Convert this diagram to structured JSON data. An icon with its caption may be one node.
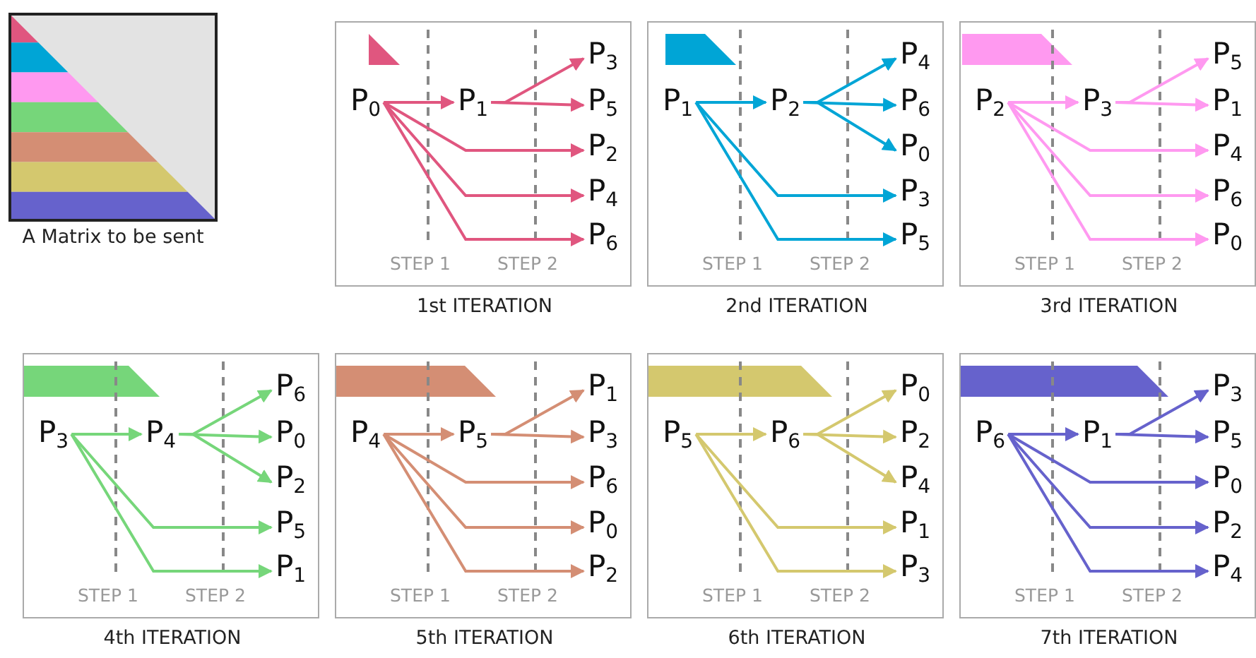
{
  "diagram": {
    "nodes": [
      {
        "text": [
          "A Matrix to be sent"
        ]
      },
      {
        "text": [
          "1st ITERATION"
        ]
      },
      {
        "text": [
          "P$_{0}$"
        ],
        "in": 1
      },
      {
        "text": [
          "P$_{1}$"
        ],
        "in": 1
      },
      {
        "text": [
          "P$_{3}$"
        ],
        "in": 1
      },
      {
        "text": [
          "P$_{5}$"
        ],
        "in": 1
      },
      {
        "text": [
          "P$_{2}$"
        ],
        "in": 1
      },
      {
        "text": [
          "P$_{4}$"
        ],
        "in": 1
      },
      {
        "text": [
          "P$_{6}$"
        ],
        "in": 1
      },
      {
        "text": [
          "2nd ITERATION"
        ]
      },
      {
        "text": [
          "P$_{1}$"
        ],
        "in": 9
      },
      {
        "text": [
          "P$_{2}$"
        ],
        "in": 9
      },
      {
        "text": [
          "P$_{4}$"
        ],
        "in": 9
      },
      {
        "text": [
          "P$_{6}$"
        ],
        "in": 9
      },
      {
        "text": [
          "P$_{0}$"
        ],
        "in": 9
      },
      {
        "text": [
          "P$_{3}$"
        ],
        "in": 9
      },
      {
        "text": [
          "P$_{5}$"
        ],
        "in": 9
      },
      {
        "text": [
          "3rd ITERATION"
        ]
      },
      {
        "text": [
          "P$_{2}$"
        ],
        "in": 17
      },
      {
        "text": [
          "P$_{3}$"
        ],
        "in": 17
      },
      {
        "text": [
          "P$_{5}$"
        ],
        "in": 17
      },
      {
        "text": [
          "P$_{1}$"
        ],
        "in": 17
      },
      {
        "text": [
          "P$_{4}$"
        ],
        "in": 17
      },
      {
        "text": [
          "P$_{6}$"
        ],
        "in": 17
      },
      {
        "text": [
          "P$_{0}$"
        ],
        "in": 17
      },
      {
        "text": [
          "4th ITERATION"
        ]
      },
      {
        "text": [
          "P$_{3}$"
        ],
        "in": 25
      },
      {
        "text": [
          "P$_{4}$"
        ],
        "in": 25
      },
      {
        "text": [
          "P$_{6}$"
        ],
        "in": 25
      },
      {
        "text": [
          "P$_{0}$"
        ],
        "in": 25
      },
      {
        "text": [
          "P$_{2}$"
        ],
        "in": 25
      },
      {
        "text": [
          "P$_{5}$"
        ],
        "in": 25
      },
      {
        "text": [
          "P$_{1}$"
        ],
        "in": 25
      },
      {
        "text": [
          "5th ITERATION"
        ]
      },
      {
        "text": [
          "P$_{4}$"
        ],
        "in": 33
      },
      {
        "text": [
          "P$_{5}$"
        ],
        "in": 33
      },
      {
        "text": [
          "P$_{1}$"
        ],
        "in": 33
      },
      {
        "text": [
          "P$_{3}$"
        ],
        "in": 33
      },
      {
        "text": [
          "P$_{6}$"
        ],
        "in": 33
      },
      {
        "text": [
          "P$_{0}$"
        ],
        "in": 33
      },
      {
        "text": [
          "P$_{2}$"
        ],
        "in": 33
      },
      {
        "text": [
          "6th ITERATION"
        ]
      },
      {
        "text": [
          "P$_{5}$"
        ],
        "in": 41
      },
      {
        "text": [
          "P$_{6}$"
        ],
        "in": 41
      },
      {
        "text": [
          "P$_{0}$"
        ],
        "in": 41
      },
      {
        "text": [
          "P$_{2}$"
        ],
        "in": 41
      },
      {
        "text": [
          "P$_{4}$"
        ],
        "in": 41
      },
      {
        "text": [
          "P$_{1}$"
        ],
        "in": 41
      },
      {
        "text": [
          "P$_{3}$"
        ],
        "in": 41
      },
      {
        "text": [
          "7th ITERATION"
        ]
      },
      {
        "text": [
          "P$_{6}$"
        ],
        "in": 49
      },
      {
        "text": [
          "P$_{1}$"
        ],
        "in": 49
      },
      {
        "text": [
          "P$_{3}$"
        ],
        "in": 49
      },
      {
        "text": [
          "P$_{5}$"
        ],
        "in": 49
      },
      {
        "text": [
          "P$_{0}$"
        ],
        "in": 49
      },
      {
        "text": [
          "P$_{2}$"
        ],
        "in": 49
      },
      {
        "text": [
          "P$_{4}$"
        ],
        "in": 49
      }
    ],
    "edges": [
      {
        "from": 2,
        "to": 3,
        "arrow": "to",
        "color": "#e0567f"
      },
      {
        "from": 3,
        "to": 4,
        "arrow": "to",
        "color": "#e0567f"
      },
      {
        "from": 3,
        "to": 5,
        "arrow": "to",
        "color": "#e0567f"
      },
      {
        "from": 2,
        "to": 6,
        "arrow": "to",
        "color": "#e0567f"
      },
      {
        "from": 2,
        "to": 7,
        "arrow": "to",
        "color": "#e0567f"
      },
      {
        "from": 2,
        "to": 8,
        "arrow": "to",
        "color": "#e0567f"
      },
      {
        "from": 10,
        "to": 11,
        "arrow": "to",
        "color": "#00a5d6"
      },
      {
        "from": 11,
        "to": 12,
        "arrow": "to",
        "color": "#00a5d6"
      },
      {
        "from": 11,
        "to": 13,
        "arrow": "to",
        "color": "#00a5d6"
      },
      {
        "from": 11,
        "to": 14,
        "arrow": "to",
        "color": "#00a5d6"
      },
      {
        "from": 10,
        "to": 15,
        "arrow": "to",
        "color": "#00a5d6"
      },
      {
        "from": 10,
        "to": 16,
        "arrow": "to",
        "color": "#00a5d6"
      },
      {
        "from": 18,
        "to": 19,
        "arrow": "to",
        "color": "#ff99f0"
      },
      {
        "from": 19,
        "to": 20,
        "arrow": "to",
        "color": "#ff99f0"
      },
      {
        "from": 19,
        "to": 21,
        "arrow": "to",
        "color": "#ff99f0"
      },
      {
        "from": 18,
        "to": 22,
        "arrow": "to",
        "color": "#ff99f0"
      },
      {
        "from": 18,
        "to": 23,
        "arrow": "to",
        "color": "#ff99f0"
      },
      {
        "from": 18,
        "to": 24,
        "arrow": "to",
        "color": "#ff99f0"
      },
      {
        "from": 26,
        "to": 27,
        "arrow": "to",
        "color": "#76d67a"
      },
      {
        "from": 27,
        "to": 28,
        "arrow": "to",
        "color": "#76d67a"
      },
      {
        "from": 27,
        "to": 29,
        "arrow": "to",
        "color": "#76d67a"
      },
      {
        "from": 27,
        "to": 30,
        "arrow": "to",
        "color": "#76d67a"
      },
      {
        "from": 26,
        "to": 31,
        "arrow": "to",
        "color": "#76d67a"
      },
      {
        "from": 26,
        "to": 32,
        "arrow": "to",
        "color": "#76d67a"
      },
      {
        "from": 34,
        "to": 35,
        "arrow": "to",
        "color": "#d48e74"
      },
      {
        "from": 35,
        "to": 36,
        "arrow": "to",
        "color": "#d48e74"
      },
      {
        "from": 35,
        "to": 37,
        "arrow": "to",
        "color": "#d48e74"
      },
      {
        "from": 34,
        "to": 38,
        "arrow": "to",
        "color": "#d48e74"
      },
      {
        "from": 34,
        "to": 39,
        "arrow": "to",
        "color": "#d48e74"
      },
      {
        "from": 34,
        "to": 40,
        "arrow": "to",
        "color": "#d48e74"
      },
      {
        "from": 42,
        "to": 43,
        "arrow": "to",
        "color": "#d4c86e"
      },
      {
        "from": 43,
        "to": 44,
        "arrow": "to",
        "color": "#d4c86e"
      },
      {
        "from": 43,
        "to": 45,
        "arrow": "to",
        "color": "#d4c86e"
      },
      {
        "from": 43,
        "to": 46,
        "arrow": "to",
        "color": "#d4c86e"
      },
      {
        "from": 42,
        "to": 47,
        "arrow": "to",
        "color": "#d4c86e"
      },
      {
        "from": 42,
        "to": 48,
        "arrow": "to",
        "color": "#d4c86e"
      },
      {
        "from": 50,
        "to": 51,
        "arrow": "to",
        "color": "#6662cc"
      },
      {
        "from": 51,
        "to": 52,
        "arrow": "to",
        "color": "#6662cc"
      },
      {
        "from": 51,
        "to": 53,
        "arrow": "to",
        "color": "#6662cc"
      },
      {
        "from": 50,
        "to": 54,
        "arrow": "to",
        "color": "#6662cc"
      },
      {
        "from": 50,
        "to": 55,
        "arrow": "to",
        "color": "#6662cc"
      },
      {
        "from": 50,
        "to": 56,
        "arrow": "to",
        "color": "#6662cc"
      }
    ],
    "labels": [
      "STEP 1",
      "STEP 2",
      "STEP 1",
      "STEP 2",
      "STEP 1",
      "STEP 2",
      "STEP 1",
      "STEP 2",
      "STEP 1",
      "STEP 2",
      "STEP 1",
      "STEP 2",
      "STEP 1",
      "STEP 2"
    ]
  }
}
